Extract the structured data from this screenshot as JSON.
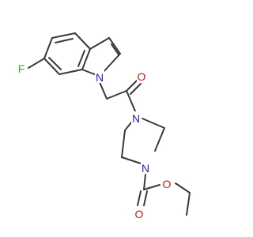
{
  "molecule": {
    "atoms": [
      {
        "id": "F",
        "label": "F",
        "color": "#33aa33"
      },
      {
        "id": "N1",
        "label": "N",
        "color": "#2222cc"
      },
      {
        "id": "O1",
        "label": "O",
        "color": "#dd1111"
      },
      {
        "id": "N2",
        "label": "N",
        "color": "#2222cc"
      },
      {
        "id": "N3",
        "label": "N",
        "color": "#2222cc"
      },
      {
        "id": "O2",
        "label": "O",
        "color": "#dd1111"
      },
      {
        "id": "O3",
        "label": "O",
        "color": "#dd1111"
      }
    ],
    "bond_color": "#3a3a3a"
  }
}
